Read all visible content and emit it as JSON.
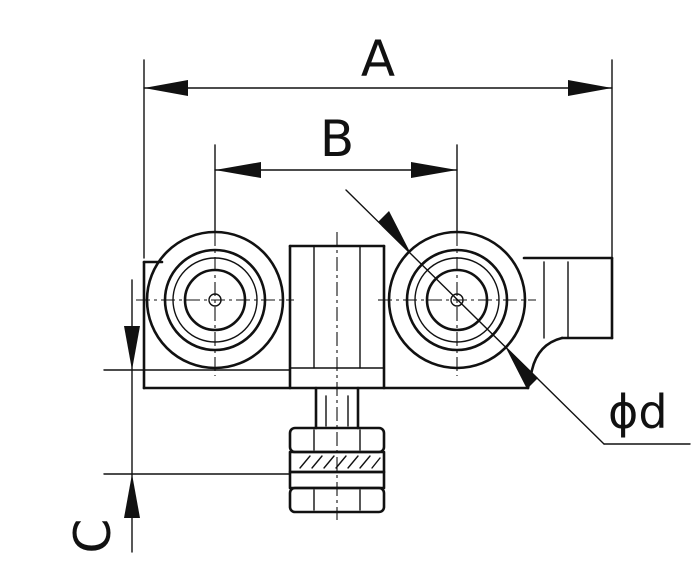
{
  "labels": {
    "dim_a": "A",
    "dim_b": "B",
    "dim_d": "ϕd",
    "dim_c": "C"
  },
  "colors": {
    "line": "#111111",
    "background": "#ffffff"
  }
}
